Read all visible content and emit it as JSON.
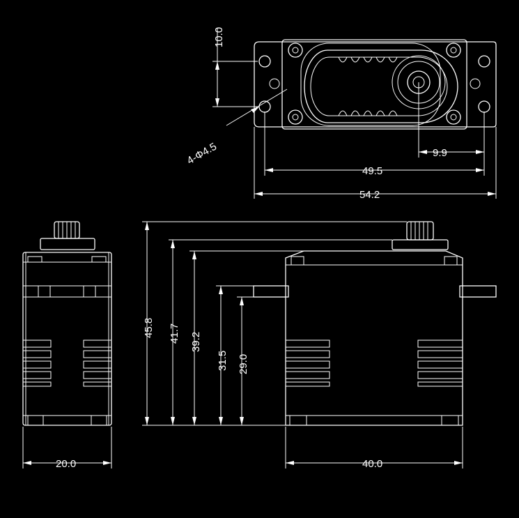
{
  "drawing": {
    "line_color": "#ffffff",
    "background": "#000000"
  },
  "top_view": {
    "dim_mount_hole_spacing": "10.0",
    "dim_hole_callout": "4-Φ4.5",
    "dim_shaft_offset": "9.9",
    "dim_hole_center_span": "49.5",
    "dim_overall_length": "54.2"
  },
  "side_view": {
    "dim_width": "20.0"
  },
  "front_view": {
    "dim_overall_height": "45.8",
    "dim_to_case_top": "41.7",
    "dim_to_flange_top": "39.2",
    "dim_to_tab_top": "31.5",
    "dim_to_tab_bottom": "29.0",
    "dim_case_length": "40.0"
  }
}
